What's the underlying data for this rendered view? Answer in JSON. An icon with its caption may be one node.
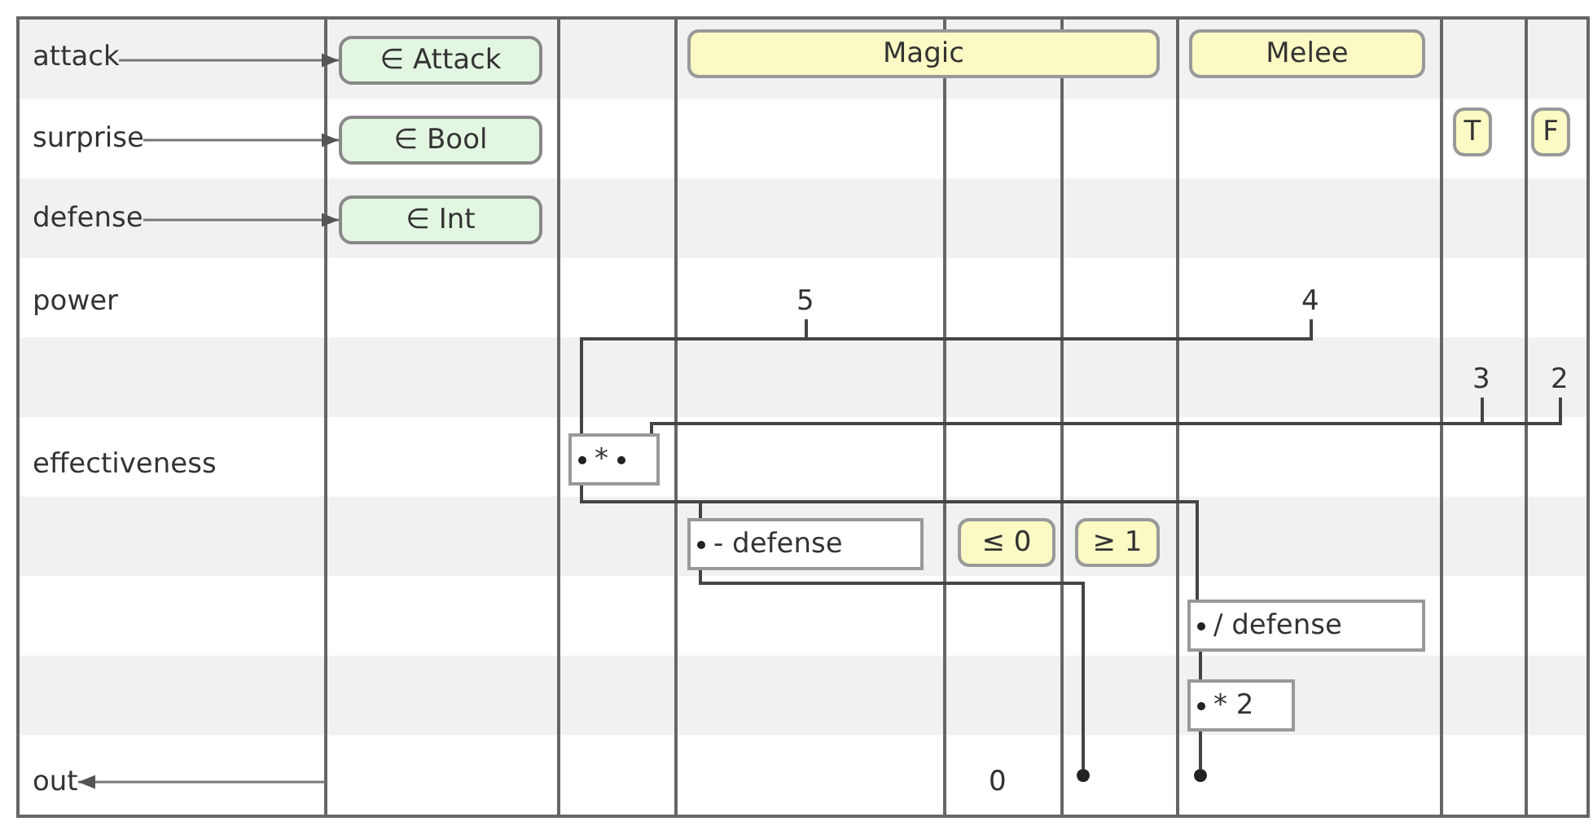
{
  "diagram": {
    "nodes": [
      {
        "text": [
          "attack"
        ]
      },
      {
        "text": [
          "∈ Attack"
        ]
      },
      {
        "text": [
          "Magic"
        ]
      },
      {
        "text": [
          "Melee"
        ]
      },
      {
        "text": [
          "surprise"
        ]
      },
      {
        "text": [
          "∈ Bool"
        ]
      },
      {
        "text": [
          "T"
        ]
      },
      {
        "text": [
          "F"
        ]
      },
      {
        "text": [
          "defense"
        ]
      },
      {
        "text": [
          "∈ Int"
        ]
      },
      {
        "text": [
          "5"
        ]
      },
      {
        "text": [
          "4"
        ]
      },
      {
        "text": [
          "3"
        ]
      },
      {
        "text": [
          "2"
        ]
      },
      {
        "text": [
          "*"
        ]
      },
      {
        "text": [
          "- defense"
        ]
      },
      {
        "text": [
          "≤ 0"
        ]
      },
      {
        "text": [
          "≥ 1"
        ]
      },
      {
        "text": [
          "/ defense"
        ]
      },
      {
        "text": [
          "* 2"
        ]
      },
      {
        "text": [
          "out"
        ]
      },
      {
        "text": [],
        "shape": "circle"
      },
      {
        "text": [],
        "shape": "circle"
      }
    ],
    "edges": [
      {
        "from": 0,
        "to": 1,
        "arrow": "to"
      },
      {
        "from": 4,
        "to": 5,
        "arrow": "to"
      },
      {
        "from": 8,
        "to": 9,
        "arrow": "to"
      },
      {
        "from": null,
        "to": 20,
        "arrow": "to"
      },
      {
        "from": 10,
        "to": 14,
        "arrow": "none"
      },
      {
        "from": 11,
        "to": 14,
        "arrow": "none"
      },
      {
        "from": 12,
        "to": 14,
        "arrow": "none"
      },
      {
        "from": 13,
        "to": 14,
        "arrow": "none"
      },
      {
        "from": 14,
        "to": 15,
        "arrow": "none"
      },
      {
        "from": 14,
        "to": 18,
        "arrow": "none"
      },
      {
        "from": 15,
        "to": 21,
        "arrow": "none"
      },
      {
        "from": 18,
        "to": 19,
        "arrow": "none"
      },
      {
        "from": 19,
        "to": 22,
        "arrow": "none"
      }
    ],
    "labels": [
      "power",
      "effectiveness",
      "0"
    ]
  }
}
